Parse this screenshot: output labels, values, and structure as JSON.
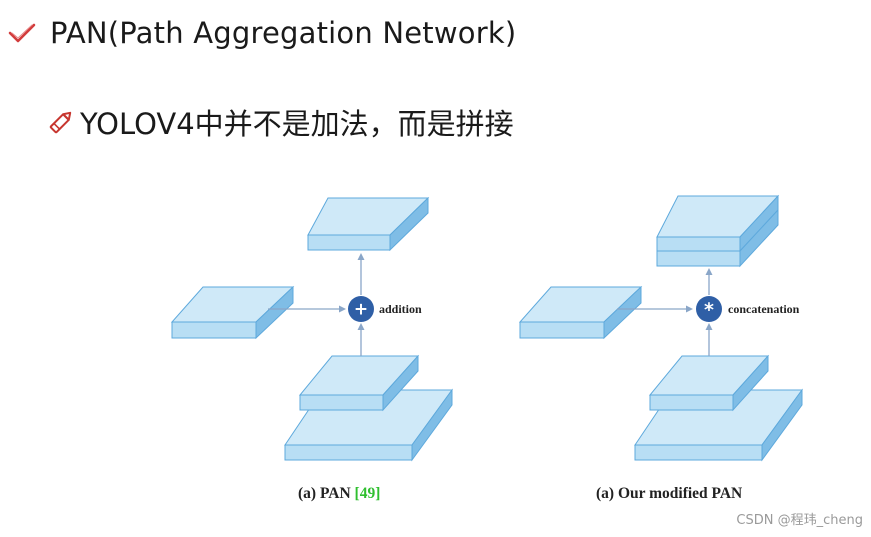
{
  "heading": {
    "text": "PAN(Path Aggregation Network)",
    "icon": "checkmark-icon"
  },
  "subheading": {
    "text": "YOLOV4中并不是加法，而是拼接",
    "icon": "pencil-icon"
  },
  "figure": {
    "left_panel": {
      "operator_label": "addition",
      "operator_symbol": "+",
      "caption_prefix": "(a) PAN ",
      "caption_ref": "[49]"
    },
    "right_panel": {
      "operator_label": "concatenation",
      "operator_symbol": "*",
      "caption": "(a) Our modified PAN"
    }
  },
  "watermark": "CSDN @程玮_cheng",
  "colors": {
    "slab_top": "#cfe9f8",
    "slab_front": "#b8def4",
    "slab_side": "#7fbde6",
    "slab_stroke": "#5ea9dc",
    "arrow": "#8aa6c8",
    "operator_circle": "#2f5fa6",
    "ref_green": "#2fbf2f",
    "check_red": "#d23c3c"
  }
}
